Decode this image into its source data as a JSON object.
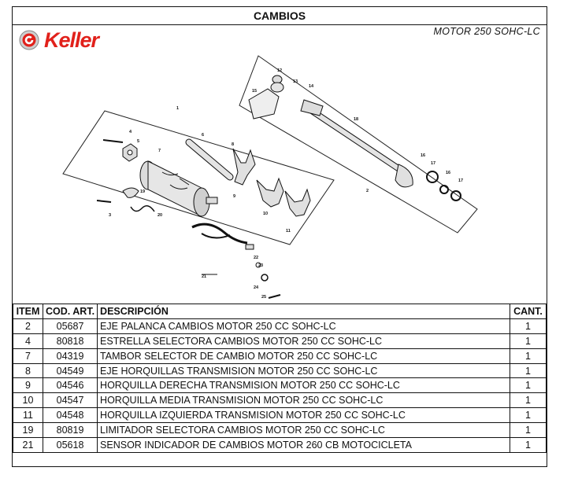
{
  "title": "CAMBIOS",
  "brand": {
    "name": "Keller",
    "color": "#e1211b"
  },
  "model": "MOTOR 250 SOHC-LC",
  "diagram": {
    "callouts": [
      "1",
      "2",
      "3",
      "4",
      "5",
      "6",
      "7",
      "8",
      "9",
      "10",
      "11",
      "12",
      "13",
      "14",
      "15",
      "16",
      "17",
      "18",
      "19",
      "20",
      "21",
      "22",
      "23",
      "24",
      "25",
      "16",
      "17"
    ]
  },
  "table": {
    "headers": {
      "item": "ITEM",
      "code": "COD. ART.",
      "description": "DESCRIPCIÓN",
      "qty": "CANT."
    },
    "rows": [
      {
        "item": "2",
        "code": "05687",
        "description": "EJE PALANCA CAMBIOS MOTOR 250 CC SOHC-LC",
        "qty": "1"
      },
      {
        "item": "4",
        "code": "80818",
        "description": "ESTRELLA SELECTORA CAMBIOS MOTOR 250 CC SOHC-LC",
        "qty": "1"
      },
      {
        "item": "7",
        "code": "04319",
        "description": "TAMBOR SELECTOR DE CAMBIO MOTOR 250 CC SOHC-LC",
        "qty": "1"
      },
      {
        "item": "8",
        "code": "04549",
        "description": "EJE HORQUILLAS TRANSMISION MOTOR 250 CC SOHC-LC",
        "qty": "1"
      },
      {
        "item": "9",
        "code": "04546",
        "description": "HORQUILLA DERECHA TRANSMISION MOTOR 250 CC SOHC-LC",
        "qty": "1"
      },
      {
        "item": "10",
        "code": "04547",
        "description": "HORQUILLA MEDIA TRANSMISION MOTOR 250 CC SOHC-LC",
        "qty": "1"
      },
      {
        "item": "11",
        "code": "04548",
        "description": "HORQUILLA IZQUIERDA TRANSMISION MOTOR 250 CC SOHC-LC",
        "qty": "1"
      },
      {
        "item": "19",
        "code": "80819",
        "description": "LIMITADOR SELECTORA CAMBIOS MOTOR 250 CC SOHC-LC",
        "qty": "1"
      },
      {
        "item": "21",
        "code": "05618",
        "description": "SENSOR INDICADOR DE CAMBIOS MOTOR 260 CB MOTOCICLETA",
        "qty": "1"
      }
    ]
  }
}
